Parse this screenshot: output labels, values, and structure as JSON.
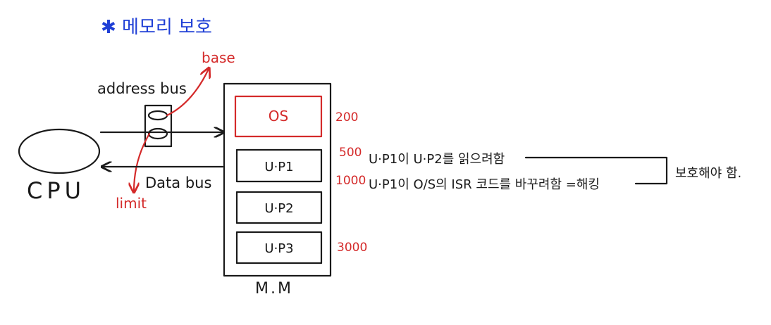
{
  "title": "✱ 메모리 보호",
  "cpu_label": "CPU",
  "address_bus_label": "address bus",
  "data_bus_label": "Data bus",
  "base_label": "base",
  "limit_label": "limit",
  "memory": {
    "label": "M.M",
    "blocks": [
      "OS",
      "U·P1",
      "U·P2",
      "U·P3"
    ],
    "addresses": [
      "200",
      "500",
      "1000",
      "3000"
    ]
  },
  "notes": {
    "line1": "U·P1이 U·P2를 읽으려함",
    "line2": "U·P1이 O/S의 ISR 코드를 바꾸려함 =해킹",
    "bracket_label": "보호해야 함."
  },
  "colors": {
    "ink": "#1a1a1a",
    "accent_red": "#d42a2a",
    "title_blue": "#1f3fd6"
  }
}
